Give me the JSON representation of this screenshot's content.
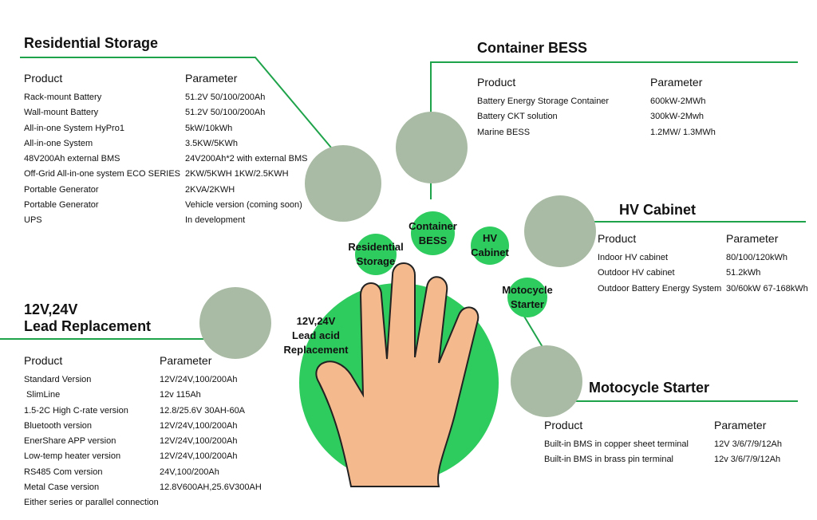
{
  "sections": {
    "residential": {
      "title": "Residential Storage",
      "col1": "Product",
      "col2": "Parameter",
      "rows": [
        [
          "Rack-mount Battery",
          "51.2V 50/100/200Ah"
        ],
        [
          "Wall-mount Battery",
          "51.2V 50/100/200Ah"
        ],
        [
          "All-in-one System HyPro1",
          "5kW/10kWh"
        ],
        [
          "All-in-one System",
          "3.5KW/5KWh"
        ],
        [
          "48V200Ah external BMS",
          "24V200Ah*2 with external BMS"
        ],
        [
          "Off-Grid All-in-one system ECO SERIES",
          "2KW/5KWH 1KW/2.5KWH"
        ],
        [
          "Portable Generator",
          "2KVA/2KWH"
        ],
        [
          "Portable Generator",
          "Vehicle version (coming soon)"
        ],
        [
          "UPS",
          "In development"
        ]
      ]
    },
    "container": {
      "title": "Container BESS",
      "col1": "Product",
      "col2": "Parameter",
      "rows": [
        [
          "Battery Energy Storage Container",
          "600kW-2MWh"
        ],
        [
          "Battery CKT solution",
          "300kW-2Mwh"
        ],
        [
          "Marine BESS",
          "1.2MW/ 1.3MWh"
        ]
      ]
    },
    "hv": {
      "title": "HV Cabinet",
      "col1": "Product",
      "col2": "Parameter",
      "rows": [
        [
          "Indoor HV cabinet",
          "80/100/120kWh"
        ],
        [
          "Outdoor HV cabinet",
          "51.2kWh"
        ],
        [
          "Outdoor Battery Energy System",
          "30/60kW  67-168kWh"
        ]
      ]
    },
    "lead": {
      "title1": "12V,24V",
      "title2": "Lead Replacement",
      "col1": "Product",
      "col2": "Parameter",
      "rows": [
        [
          "Standard Version",
          "12V/24V,100/200Ah"
        ],
        [
          " SlimLine",
          "12v 115Ah"
        ],
        [
          "1.5-2C High C-rate version",
          "12.8/25.6V 30AH-60A"
        ],
        [
          "Bluetooth version",
          "12V/24V,100/200Ah"
        ],
        [
          "EnerShare APP version",
          "12V/24V,100/200Ah"
        ],
        [
          "Low-temp heater version",
          "12V/24V,100/200Ah"
        ],
        [
          "RS485 Com version",
          "24V,100/200Ah"
        ],
        [
          "Metal Case version",
          "12.8V600AH,25.6V300AH"
        ]
      ],
      "note": "Either series or parallel connection"
    },
    "moto": {
      "title": "Motocycle Starter",
      "col1": "Product",
      "col2": "Parameter",
      "rows": [
        [
          "Built-in BMS in copper sheet terminal",
          "12V 3/6/7/9/12Ah"
        ],
        [
          "Built-in BMS in brass pin terminal",
          "12v 3/6/7/9/12Ah"
        ]
      ]
    }
  },
  "bubbles": {
    "residential": "Residential Storage",
    "container": "Container BESS",
    "hv": "HV Cabinet",
    "moto": "Motocycle Starter",
    "lead": "12V,24V Lead acid Replacement"
  },
  "colors": {
    "accent": "#2ecc5f",
    "line": "#1fa34a",
    "skin": "#f5b98e"
  }
}
